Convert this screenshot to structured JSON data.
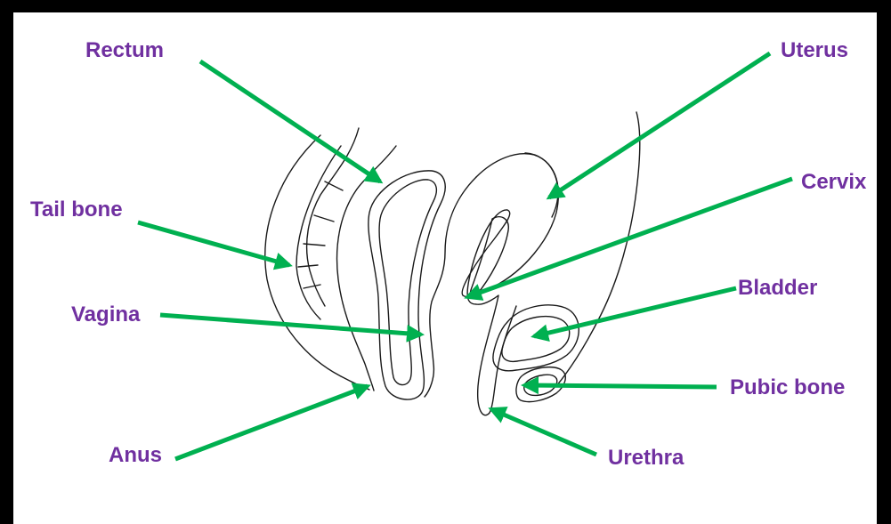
{
  "colors": {
    "border": "#000000",
    "background": "#ffffff",
    "label": "#7030a0",
    "arrow": "#00b050",
    "outline": "#1a1a1a"
  },
  "labels": {
    "rectum": "Rectum",
    "uterus": "Uterus",
    "cervix": "Cervix",
    "tail_bone": "Tail bone",
    "bladder": "Bladder",
    "vagina": "Vagina",
    "pubic_bone": "Pubic bone",
    "anus": "Anus",
    "urethra": "Urethra"
  }
}
